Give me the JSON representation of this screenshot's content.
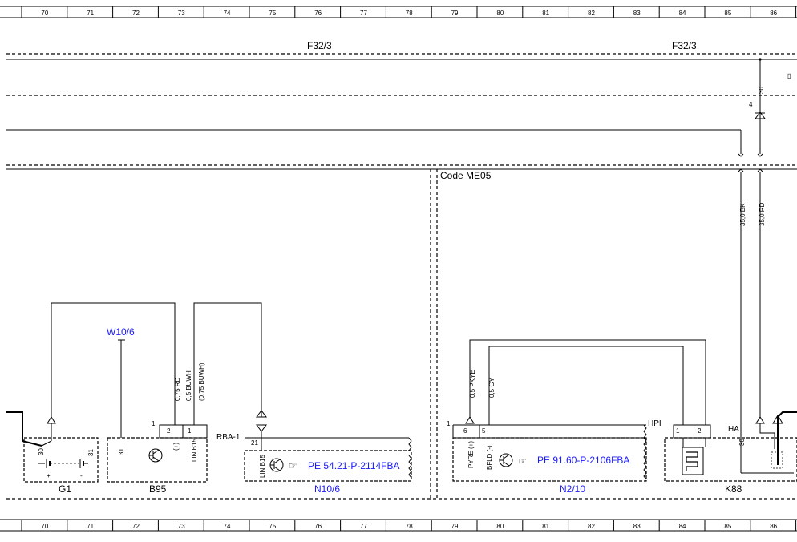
{
  "ruler": {
    "top": [
      "70",
      "71",
      "72",
      "73",
      "74",
      "75",
      "76",
      "77",
      "78",
      "79",
      "80",
      "81",
      "82",
      "83",
      "84",
      "85",
      "86"
    ],
    "bottom": [
      "70",
      "71",
      "72",
      "73",
      "74",
      "75",
      "76",
      "77",
      "78",
      "79",
      "80",
      "81",
      "82",
      "83",
      "84",
      "85",
      "86"
    ]
  },
  "fuses": {
    "left": "F32/3",
    "right": "F32/3"
  },
  "code_label": "Code ME05",
  "components": {
    "g1": "G1",
    "b95": "B95",
    "n10_6": "N10/6",
    "n2_10": "N2/10",
    "k88": "K88",
    "w10_6": "W10/6"
  },
  "wires": {
    "w1": "0,75 RD",
    "w2": "0,5 BUWH",
    "w3": "(0,75 BUWH)",
    "w4": "0,5 PKYE",
    "w5": "0,5 GY",
    "w6": "35,0 BK",
    "w7": "35,0 RD"
  },
  "refs": {
    "n10_ref": "PE 54.21-P-2114FBA",
    "n2_ref": "PE 91.60-P-2106FBA"
  },
  "pins": {
    "one_a": "1",
    "two": "2",
    "one_b": "1",
    "twentyone": "21",
    "one_c": "1",
    "six": "6",
    "five": "5",
    "one_d": "1",
    "two_b": "2",
    "thirty_a": "30",
    "thirty_b": "30",
    "thirtyone_a": "31",
    "thirtyone_b": "31",
    "thirty_c": "30",
    "four": "4",
    "plus": "+",
    "minus": "-",
    "plus_b95": "(+)",
    "lin_b95": "LIN B15",
    "lin_b95_pin": "LIN B15",
    "lin_n10": "LIN B15",
    "pyre": "PYRE (+)",
    "bfld": "BFLD (-)"
  },
  "labels": {
    "rba": "RBA-1",
    "hpi": "HPI",
    "ha": "HA"
  }
}
